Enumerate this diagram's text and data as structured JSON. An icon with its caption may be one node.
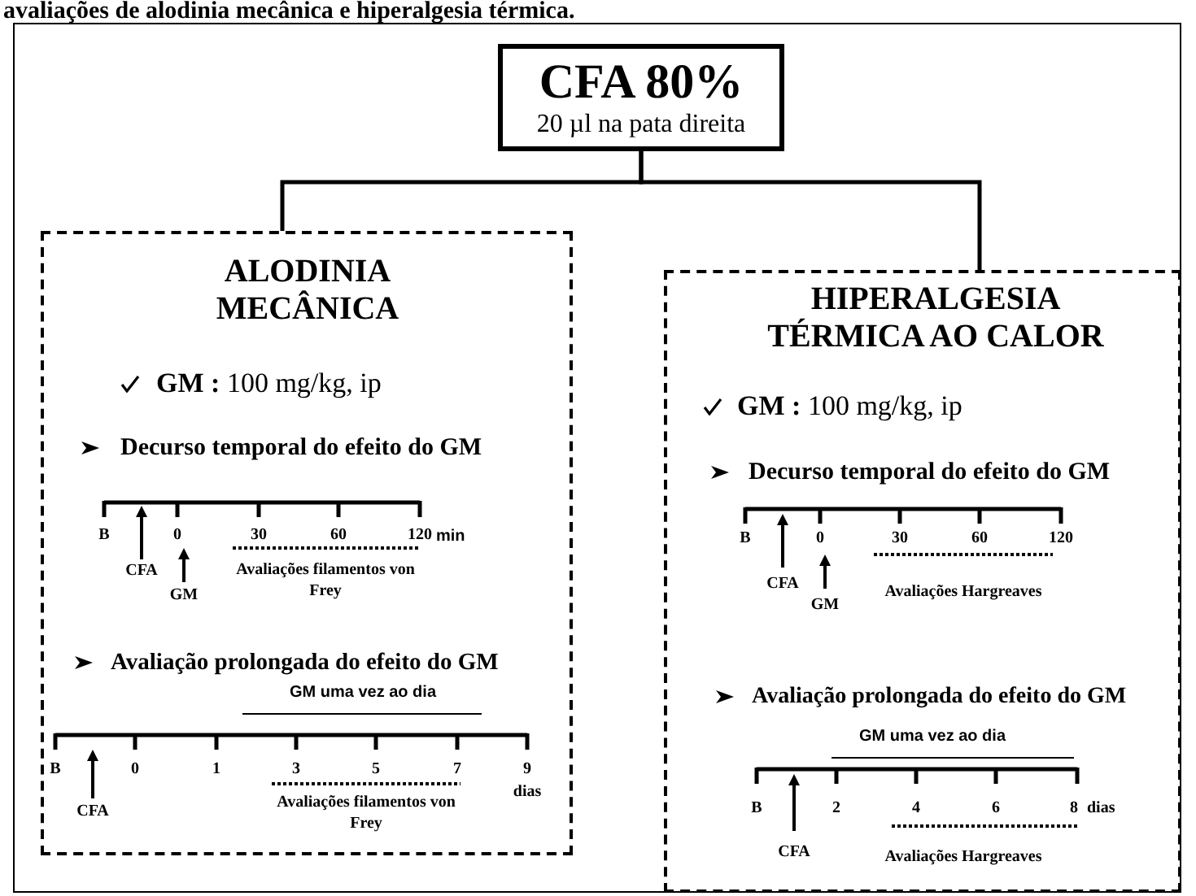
{
  "diagram": {
    "caption": "avaliações de alodinia mecânica e hiperalgesia térmica.",
    "nodes": [
      {
        "text": [
          "CFA 80%",
          "20 µl na pata direita"
        ]
      },
      {
        "text": [
          "ALODINIA MECÂNICA",
          "**GM :** 100 mg/kg, ip",
          "Decurso temporal do efeito do GM",
          "Avaliação prolongada do efeito do GM"
        ]
      },
      {
        "text": [
          "HIPERALGESIA TÉRMICA AO CALOR",
          "**GM :** 100 mg/kg, ip",
          "Decurso temporal do efeito do GM",
          "Avaliação prolongada do efeito do GM"
        ]
      }
    ],
    "edges": [
      {
        "from": 0,
        "to": 1,
        "arrow": "none"
      },
      {
        "from": 0,
        "to": 2,
        "arrow": "none"
      }
    ],
    "labels": [
      "B",
      "0",
      "30",
      "60",
      "120",
      "min",
      "CFA",
      "GM",
      "Avaliações filamentos von Frey",
      "GM uma vez ao dia",
      "B",
      "0",
      "1",
      "3",
      "5",
      "7",
      "9",
      "dias",
      "CFA",
      "Avaliações filamentos von Frey",
      "B",
      "0",
      "30",
      "60",
      "120",
      "CFA",
      "GM",
      "Avaliações Hargreaves",
      "GM uma vez ao dia",
      "B",
      "2",
      "4",
      "6",
      "8",
      "dias",
      "CFA",
      "Avaliações Hargreaves"
    ]
  }
}
